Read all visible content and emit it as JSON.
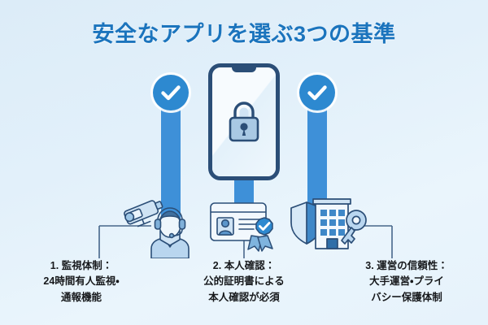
{
  "poster": {
    "title": "安全なアプリを選ぶ3つの基準",
    "background_color": "#e2f0fa",
    "accent_color": "#3e90d8",
    "title_color": "#1b74bd",
    "caption_color": "#17191c"
  },
  "columns": [
    {
      "id": "monitoring",
      "badge": "check-circle",
      "icons": [
        "security-camera-icon",
        "headset-operator-icon"
      ],
      "caption": {
        "lines": [
          "1. 監視体制：",
          "24時間有人監視・",
          "通報機能"
        ],
        "number": "1.",
        "heading": "監視体制：",
        "body": "24時間有人監視・通報機能"
      }
    },
    {
      "id": "identity-verification",
      "badge": "phone-lock",
      "icons": [
        "id-card-icon",
        "verified-rosette-icon"
      ],
      "caption": {
        "lines": [
          "2. 本人確認：",
          "公的証明書による",
          "本人確認が必須"
        ],
        "number": "2.",
        "heading": "本人確認：",
        "body": "公的証明書による本人確認が必須"
      }
    },
    {
      "id": "operator-trust",
      "badge": "check-circle",
      "icons": [
        "shield-icon",
        "office-building-icon",
        "key-icon"
      ],
      "caption": {
        "lines": [
          "3. 運営の信頼性：",
          "大手運営・プライ",
          "バシー保護体制"
        ],
        "number": "3.",
        "heading": "運営の信頼性：",
        "body": "大手運営・プライバシー保護体制"
      }
    }
  ]
}
